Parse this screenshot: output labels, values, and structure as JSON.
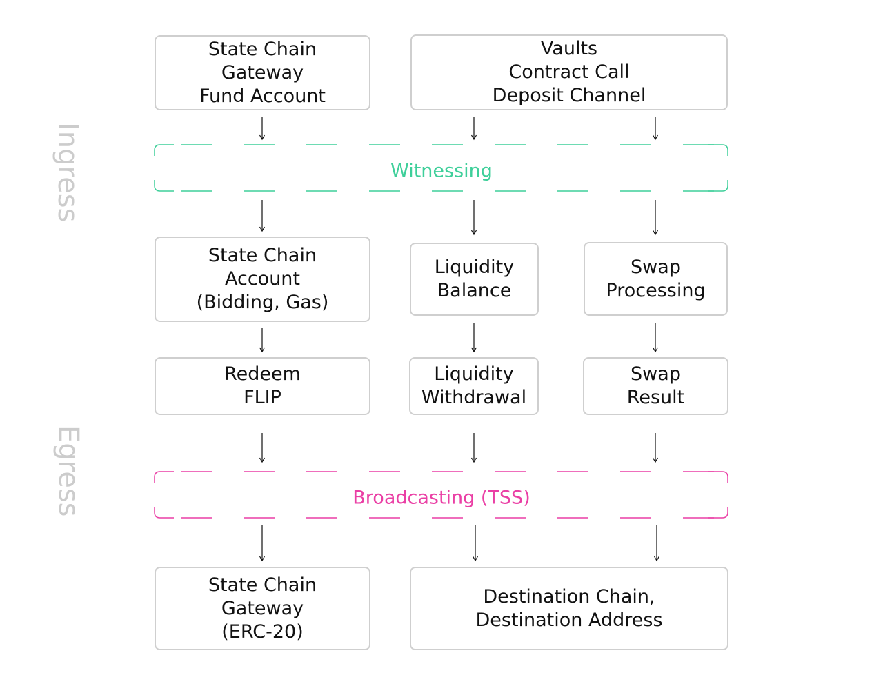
{
  "side_labels": {
    "ingress": "Ingress",
    "egress": "Egress"
  },
  "bands": {
    "witnessing": {
      "label": "Witnessing",
      "color": "#3ecf9a"
    },
    "broadcasting": {
      "label": "Broadcasting (TSS)",
      "color": "#ea3fa5"
    }
  },
  "boxes": {
    "state_chain_gateway_fund": {
      "lines": [
        "State Chain",
        "Gateway",
        "Fund Account"
      ]
    },
    "vaults": {
      "lines": [
        "Vaults",
        "Contract Call",
        "Deposit Channel"
      ]
    },
    "state_chain_account": {
      "lines": [
        "State Chain",
        "Account",
        "(Bidding, Gas)"
      ]
    },
    "liquidity_balance": {
      "lines": [
        "Liquidity",
        "Balance"
      ]
    },
    "swap_processing": {
      "lines": [
        "Swap",
        "Processing"
      ]
    },
    "redeem_flip": {
      "lines": [
        "Redeem",
        "FLIP"
      ]
    },
    "liquidity_withdrawal": {
      "lines": [
        "Liquidity",
        "Withdrawal"
      ]
    },
    "swap_result": {
      "lines": [
        "Swap",
        "Result"
      ]
    },
    "state_chain_gateway_erc20": {
      "lines": [
        "State Chain",
        "Gateway",
        "(ERC-20)"
      ]
    },
    "destination": {
      "lines": [
        "Destination Chain,",
        "Destination Address"
      ]
    }
  }
}
